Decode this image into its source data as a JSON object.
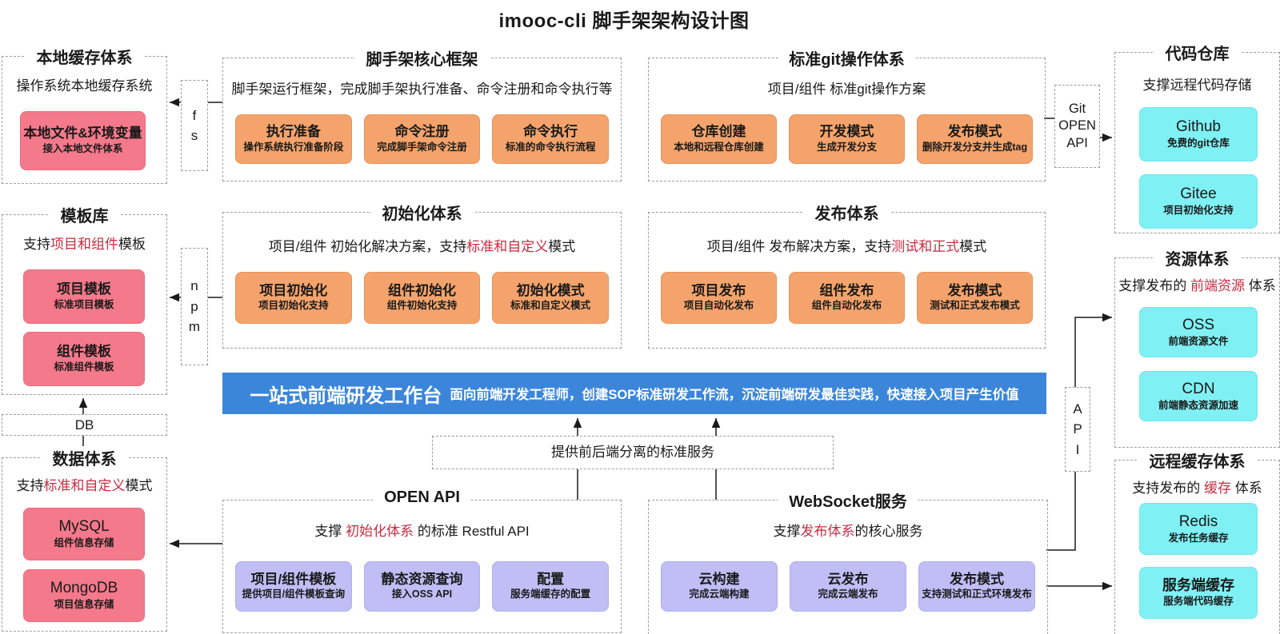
{
  "page_title": "imooc-cli 脚手架架构设计图",
  "colors": {
    "banner_blue": "#3c86da",
    "card_orange": "#f3a36b",
    "card_pink": "#f4798b",
    "card_cyan": "#7ff0f3",
    "card_purple": "#c1bdf5",
    "accent_red": "#c72c41"
  },
  "banner": {
    "title": "一站式前端研发工作台",
    "subtitle": "面向前端开发工程师，创建SOP标准研发工作流，沉淀前端研发最佳实践，快速接入项目产生价值"
  },
  "connectors": {
    "fs": {
      "lines": [
        "f",
        "s"
      ]
    },
    "npm": {
      "lines": [
        "n",
        "p",
        "m"
      ]
    },
    "db": {
      "label": "DB"
    },
    "git_open_api": {
      "lines": [
        "Git",
        "OPEN",
        "API"
      ]
    },
    "api": {
      "lines": [
        "A",
        "P",
        "I"
      ]
    },
    "bridge": {
      "label": "提供前后端分离的标准服务"
    }
  },
  "sections": {
    "local_cache": {
      "title": "本地缓存体系",
      "desc": {
        "pre": "操作系统本地缓存系统"
      },
      "cards": [
        {
          "title": "本地文件&环境变量",
          "sub": "接入本地文件体系"
        }
      ]
    },
    "template_repo": {
      "title": "模板库",
      "desc": {
        "pre": "支持",
        "red": "项目和组件",
        "post": "模板"
      },
      "cards": [
        {
          "title": "项目模板",
          "sub": "标准项目模板"
        },
        {
          "title": "组件模板",
          "sub": "标准组件模板"
        }
      ]
    },
    "data_system": {
      "title": "数据体系",
      "desc": {
        "pre": "支持",
        "red": "标准和自定义",
        "post": "模式"
      },
      "cards": [
        {
          "title": "MySQL",
          "sub": "组件信息存储"
        },
        {
          "title": "MongoDB",
          "sub": "项目信息存储"
        }
      ]
    },
    "core_framework": {
      "title": "脚手架核心框架",
      "desc": {
        "pre": "脚手架运行框架，完成脚手架执行准备、命令注册和命令执行等"
      },
      "cards": [
        {
          "title": "执行准备",
          "sub": "操作系统执行准备阶段"
        },
        {
          "title": "命令注册",
          "sub": "完成脚手架命令注册"
        },
        {
          "title": "命令执行",
          "sub": "标准的命令执行流程"
        }
      ]
    },
    "init_system": {
      "title": "初始化体系",
      "desc": {
        "pre": "项目/组件 初始化解决方案，支持",
        "red": "标准和自定义",
        "post": "模式"
      },
      "cards": [
        {
          "title": "项目初始化",
          "sub": "项目初始化支持"
        },
        {
          "title": "组件初始化",
          "sub": "组件初始化支持"
        },
        {
          "title": "初始化模式",
          "sub": "标准和自定义模式"
        }
      ]
    },
    "open_api": {
      "title": "OPEN API",
      "desc": {
        "pre": "支撑 ",
        "red": "初始化体系",
        "post": " 的标准 Restful API"
      },
      "cards": [
        {
          "title": "项目/组件模板",
          "sub": "提供项目/组件模板查询"
        },
        {
          "title": "静态资源查询",
          "sub": "接入OSS API"
        },
        {
          "title": "配置",
          "sub": "服务端缓存的配置"
        }
      ]
    },
    "git_system": {
      "title": "标准git操作体系",
      "desc": {
        "pre": "项目/组件 标准git操作方案"
      },
      "cards": [
        {
          "title": "仓库创建",
          "sub": "本地和远程仓库创建"
        },
        {
          "title": "开发模式",
          "sub": "生成开发分支"
        },
        {
          "title": "发布模式",
          "sub": "删除开发分支并生成tag"
        }
      ]
    },
    "publish_system": {
      "title": "发布体系",
      "desc": {
        "pre": "项目/组件 发布解决方案，支持",
        "red": "测试和正式",
        "post": "模式"
      },
      "cards": [
        {
          "title": "项目发布",
          "sub": "项目自动化发布"
        },
        {
          "title": "组件发布",
          "sub": "组件自动化发布"
        },
        {
          "title": "发布模式",
          "sub": "测试和正式发布模式"
        }
      ]
    },
    "websocket": {
      "title": "WebSocket服务",
      "desc": {
        "pre": "支撑",
        "red": "发布体系",
        "post": "的核心服务"
      },
      "cards": [
        {
          "title": "云构建",
          "sub": "完成云端构建"
        },
        {
          "title": "云发布",
          "sub": "完成云端发布"
        },
        {
          "title": "发布模式",
          "sub": "支持测试和正式环境发布"
        }
      ]
    },
    "code_repo": {
      "title": "代码仓库",
      "desc": {
        "pre": "支撑远程代码存储"
      },
      "cards": [
        {
          "title": "Github",
          "sub": "免费的git仓库"
        },
        {
          "title": "Gitee",
          "sub": "项目初始化支持"
        }
      ]
    },
    "resource_system": {
      "title": "资源体系",
      "desc": {
        "pre": "支撑发布的 ",
        "red": "前端资源",
        "post": " 体系"
      },
      "cards": [
        {
          "title": "OSS",
          "sub": "前端资源文件"
        },
        {
          "title": "CDN",
          "sub": "前端静态资源加速"
        }
      ]
    },
    "remote_cache": {
      "title": "远程缓存体系",
      "desc": {
        "pre": "支持发布的 ",
        "red": "缓存",
        "post": " 体系"
      },
      "cards": [
        {
          "title": "Redis",
          "sub": "发布任务缓存"
        },
        {
          "title": "服务端缓存",
          "sub": "服务端代码缓存"
        }
      ]
    }
  }
}
